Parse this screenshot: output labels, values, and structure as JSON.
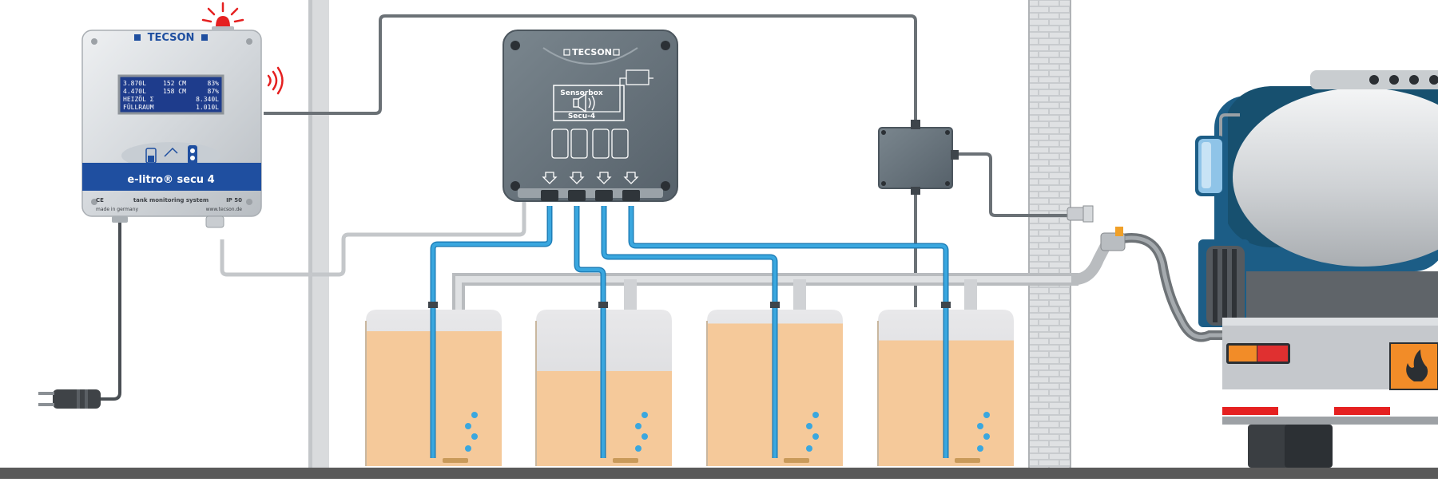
{
  "controller": {
    "brand": "TECSON",
    "display_rows": [
      [
        "3.870L",
        "152 CM",
        "83%"
      ],
      [
        "4.470L",
        "158 CM",
        "87%"
      ],
      [
        "HEIZÖL Σ",
        "",
        "8.340L"
      ],
      [
        "FÜLLRAUM",
        "",
        "1.010L"
      ]
    ],
    "product_name": "e-litro® secu 4",
    "ce_mark": "CE",
    "subtitle": "tank monitoring system",
    "ip_rating": "IP 50",
    "made_in": "made in germany",
    "website": "www.tecson.de"
  },
  "sensorbox": {
    "brand": "TECSON",
    "label": "Sensorbox",
    "model": "Secu-4"
  },
  "tanks": {
    "fill_levels": [
      0.88,
      0.62,
      0.93,
      0.82
    ]
  },
  "colors": {
    "oil": "#f5c99a",
    "sensor_line": "#3aa7df",
    "sensor_line_dark": "#1f7fb8",
    "housing_dark": "#616d75",
    "brand_blue": "#1f4fa0",
    "truck_cab": "#1c5d86",
    "ground": "#5a5a5a",
    "alarm_red": "#e52020"
  }
}
